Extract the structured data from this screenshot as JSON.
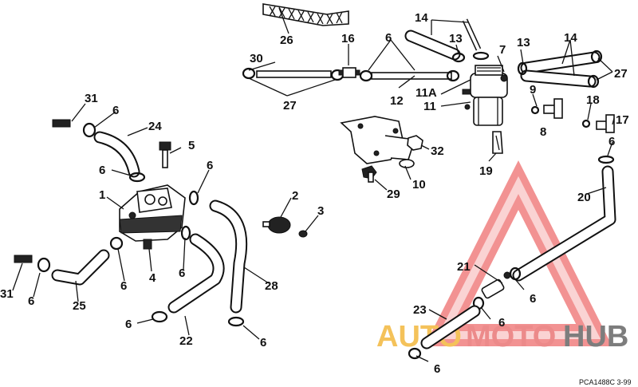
{
  "diagram": {
    "drawing_code": "PCA1488C  3-99",
    "watermark": {
      "part1": "AUTO",
      "part2": "MOTO",
      "part3": "HUB"
    },
    "callouts": {
      "c1": "1",
      "c2": "2",
      "c3": "3",
      "c4": "4",
      "c5": "5",
      "c6": "6",
      "c7": "7",
      "c8": "8",
      "c9": "9",
      "c10": "10",
      "c11": "11",
      "c11a": "11A",
      "c12": "12",
      "c13": "13",
      "c14": "14",
      "c16": "16",
      "c17": "17",
      "c18": "18",
      "c19": "19",
      "c20": "20",
      "c21": "21",
      "c22": "22",
      "c23": "23",
      "c24": "24",
      "c25": "25",
      "c26": "26",
      "c27": "27",
      "c28": "28",
      "c29": "29",
      "c30": "30",
      "c31": "31",
      "c32": "32"
    },
    "colors": {
      "ink": "#111111",
      "watermark_red": "#e83a3a",
      "watermark_yellow": "#f4c25a",
      "watermark_gray": "#7d7d7d"
    }
  }
}
